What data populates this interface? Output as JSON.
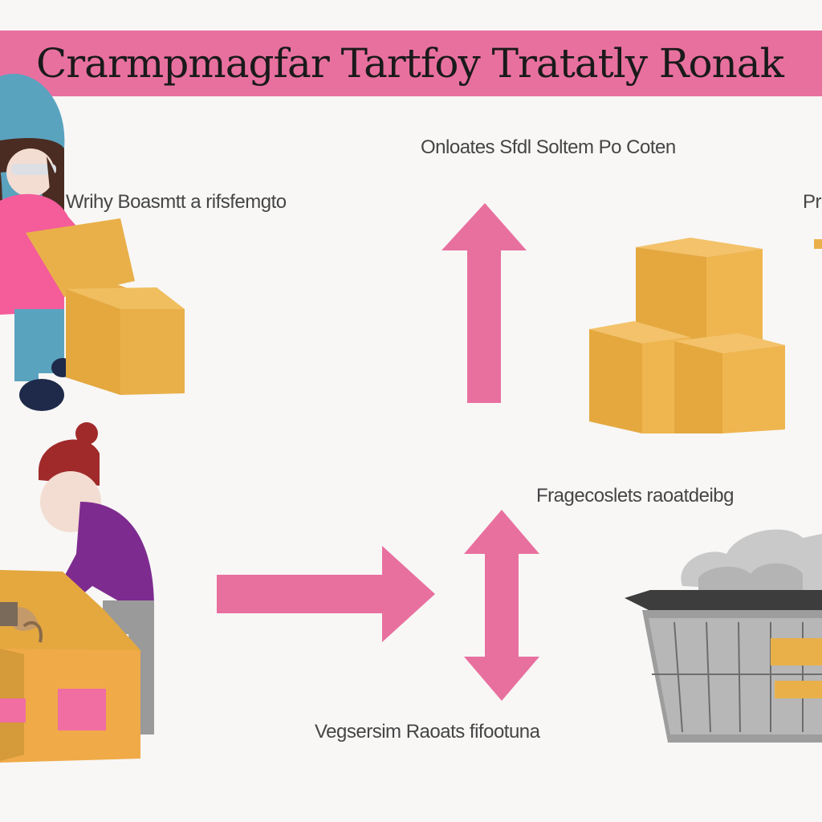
{
  "title": "Crarmpmagfar Tartfoy Tratatly Ronak",
  "labels": {
    "left_top": "Wrihy  Boasmtt a rifsfemgto",
    "top_center": "Onloates  Sfdl Soltem Po Coten",
    "right_top": "Pr",
    "mid_right": "Fragecoslets raoatdeibg",
    "bottom_center": "Vegsersim Raoats fifootuna"
  },
  "colors": {
    "banner": "#e8709f",
    "arrow": "#e8709f",
    "box": "#e9b04a",
    "box_shade": "#d49a38",
    "background": "#f8f7f6"
  },
  "icons": [
    "person-packing-icon",
    "person-boxing-icon",
    "stacked-boxes-icon",
    "tray-container-icon",
    "open-box-icon"
  ]
}
